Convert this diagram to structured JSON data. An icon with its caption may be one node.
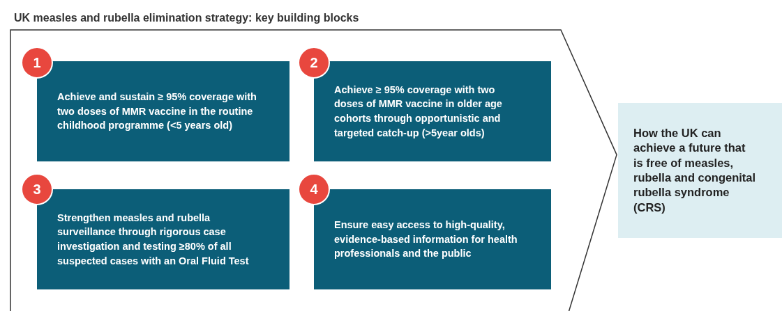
{
  "diagram": {
    "title": "UK measles and rubella elimination strategy: key building blocks",
    "nodes": [
      {
        "text": [],
        "shape": "chevron"
      },
      {
        "text": [
          "1"
        ],
        "in": 0
      },
      {
        "text": [
          "Achieve and sustain ≥ 95% coverage with two doses of MMR vaccine in the routine childhood programme (<5 years old)"
        ],
        "in": 0
      },
      {
        "text": [
          "2"
        ],
        "in": 0
      },
      {
        "text": [
          "Achieve ≥ 95% coverage with two doses of MMR vaccine in older age cohorts through opportunistic and targeted catch-up (>5year olds)"
        ],
        "in": 0
      },
      {
        "text": [
          "3"
        ],
        "in": 0
      },
      {
        "text": [
          "Strengthen measles and rubella surveillance through rigorous case investigation and testing ≥80% of all suspected cases with an Oral Fluid Test"
        ],
        "in": 0
      },
      {
        "text": [
          "4"
        ],
        "in": 0
      },
      {
        "text": [
          "Ensure easy access to high-quality, evidence-based information for health professionals and the public"
        ],
        "in": 0
      },
      {
        "text": [
          "How the UK can achieve a future that is free of measles, rubella and congenital rubella syndrome (CRS)"
        ]
      }
    ],
    "edges": []
  }
}
